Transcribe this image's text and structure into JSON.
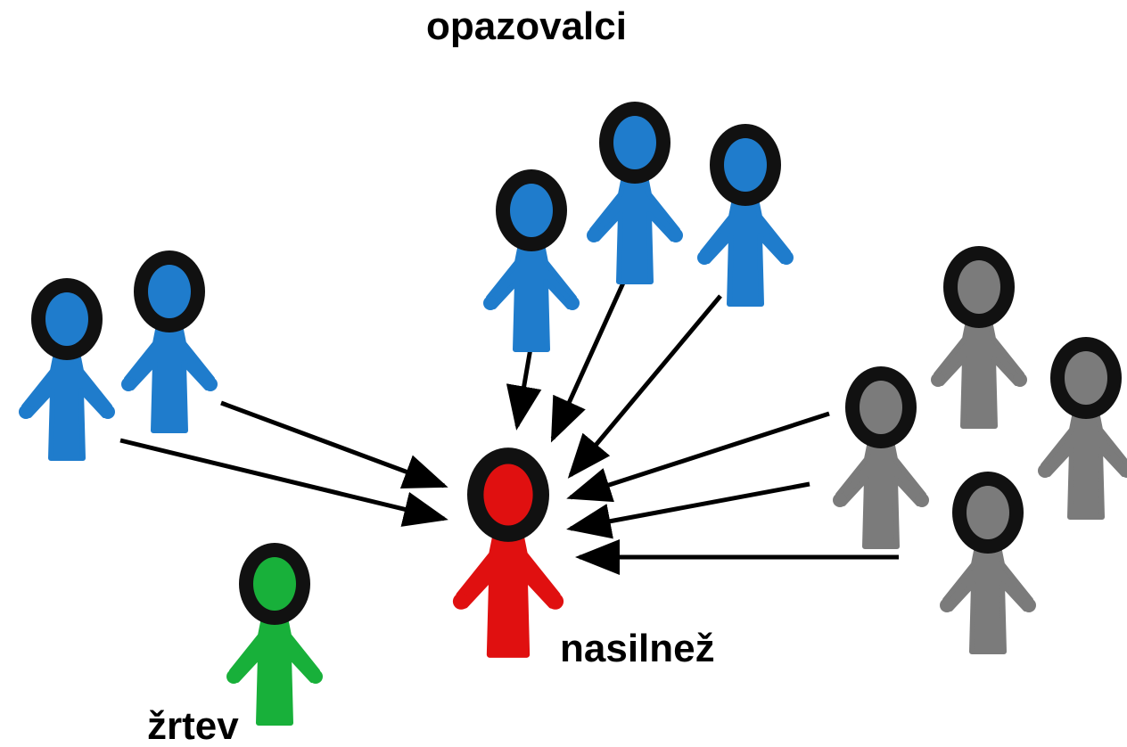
{
  "labels": {
    "observers": "opazovalci",
    "bully": "nasilnež",
    "victim": "žrtev"
  },
  "colors": {
    "observer": "#1f7ccc",
    "bully": "#e01010",
    "victim": "#18b03a",
    "bystander": "#7b7b7b",
    "outline": "#111111",
    "arrow": "#000000"
  },
  "figures": [
    {
      "role": "observer"
    },
    {
      "role": "observer"
    },
    {
      "role": "observer"
    },
    {
      "role": "observer"
    },
    {
      "role": "observer"
    },
    {
      "role": "bystander"
    },
    {
      "role": "bystander"
    },
    {
      "role": "bystander"
    },
    {
      "role": "bystander"
    },
    {
      "role": "bully"
    },
    {
      "role": "victim"
    }
  ]
}
